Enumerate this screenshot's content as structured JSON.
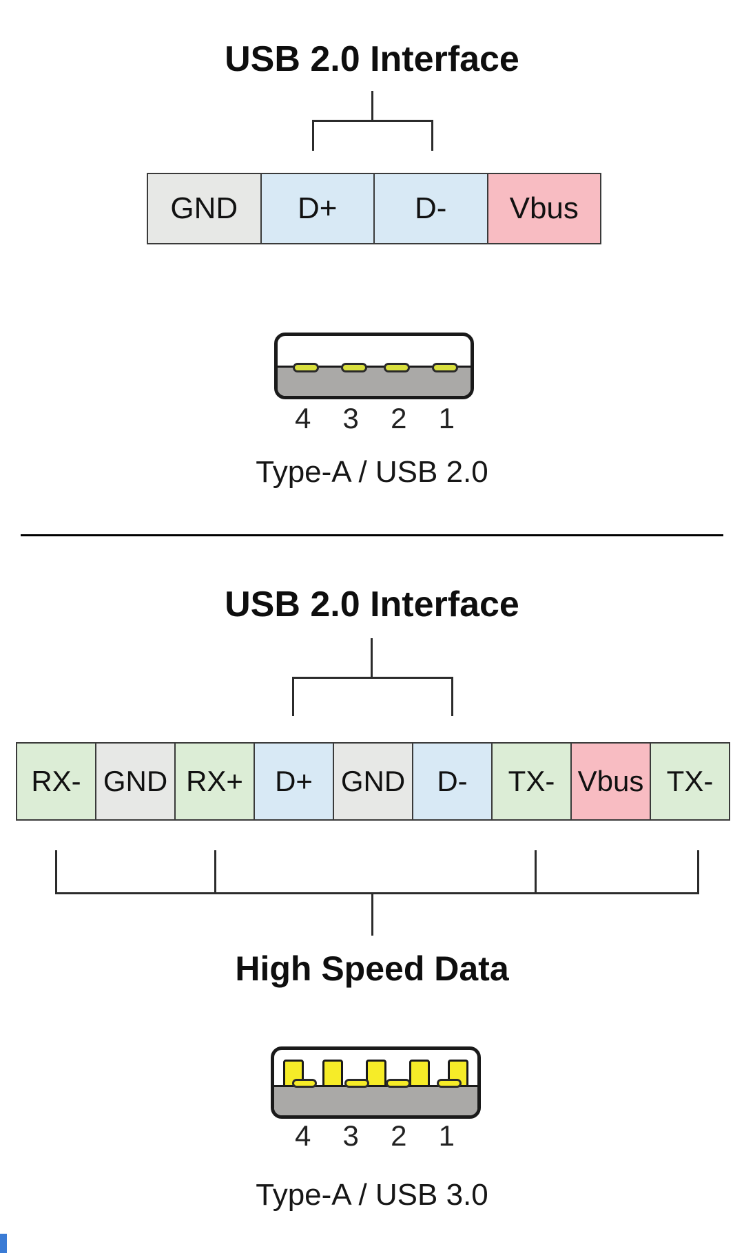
{
  "colors": {
    "gray": "#e7e8e6",
    "blue": "#d8e9f5",
    "pink": "#f8bcc2",
    "green": "#dcedd6",
    "connector_gray": "#aaa9a7",
    "pin_yellow_usb2": "#d9df3e",
    "pin_yellow_usb3": "#f6ec28",
    "line": "#2b2b2b"
  },
  "section1": {
    "title": "USB 2.0 Interface",
    "row": [
      {
        "label": "GND",
        "type": "gray"
      },
      {
        "label": "D+",
        "type": "blue"
      },
      {
        "label": "D-",
        "type": "blue"
      },
      {
        "label": "Vbus",
        "type": "pink"
      }
    ],
    "connector": {
      "numbers": [
        "4",
        "3",
        "2",
        "1"
      ],
      "caption": "Type-A / USB 2.0"
    }
  },
  "section2": {
    "title": "USB 2.0 Interface",
    "row": [
      {
        "label": "RX-",
        "type": "green"
      },
      {
        "label": "GND",
        "type": "gray"
      },
      {
        "label": "RX+",
        "type": "green"
      },
      {
        "label": "D+",
        "type": "blue"
      },
      {
        "label": "GND",
        "type": "gray"
      },
      {
        "label": "D-",
        "type": "blue"
      },
      {
        "label": "TX-",
        "type": "green"
      },
      {
        "label": "Vbus",
        "type": "pink"
      },
      {
        "label": "TX-",
        "type": "green"
      }
    ],
    "bottom_label": "High Speed Data",
    "connector": {
      "numbers": [
        "4",
        "3",
        "2",
        "1"
      ],
      "caption": "Type-A / USB 3.0"
    }
  }
}
